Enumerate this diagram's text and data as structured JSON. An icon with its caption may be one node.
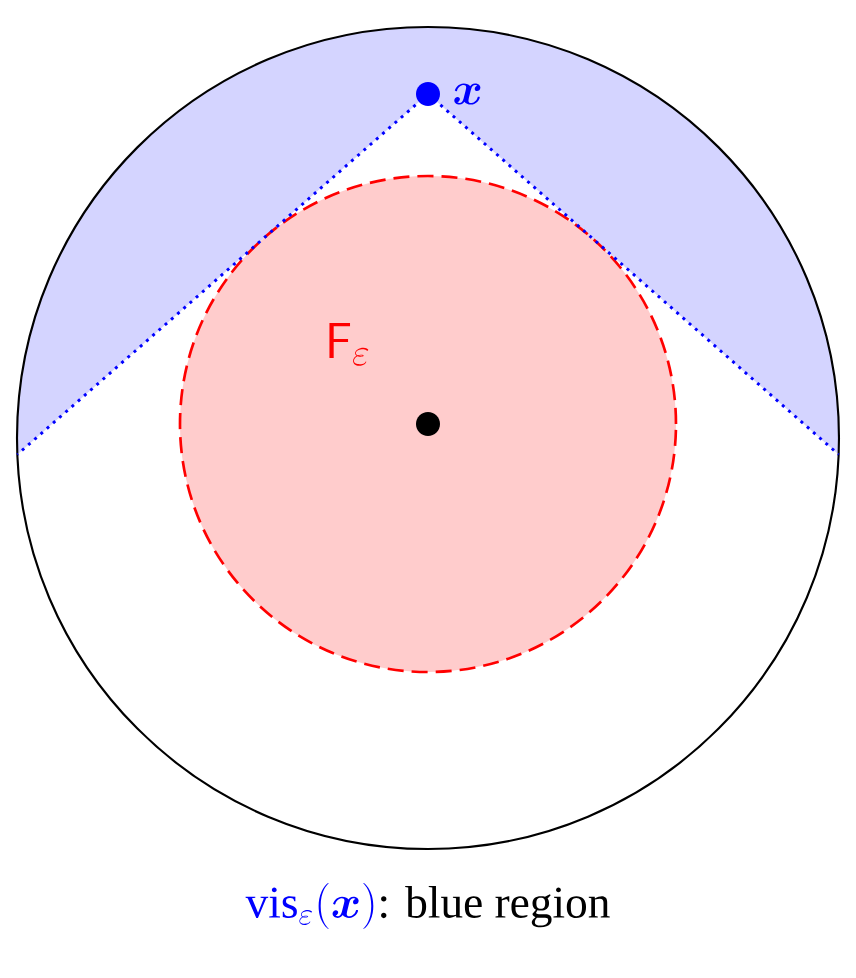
{
  "diagram": {
    "caption": "{\\color{blue}\\mathrm{vis}_{\\varepsilon}(\\boldsymbol{x})}\\text{: blue region}",
    "labels": [
      "\\boldsymbol{x}",
      "\\mathsf{F}_{\\varepsilon}"
    ]
  }
}
